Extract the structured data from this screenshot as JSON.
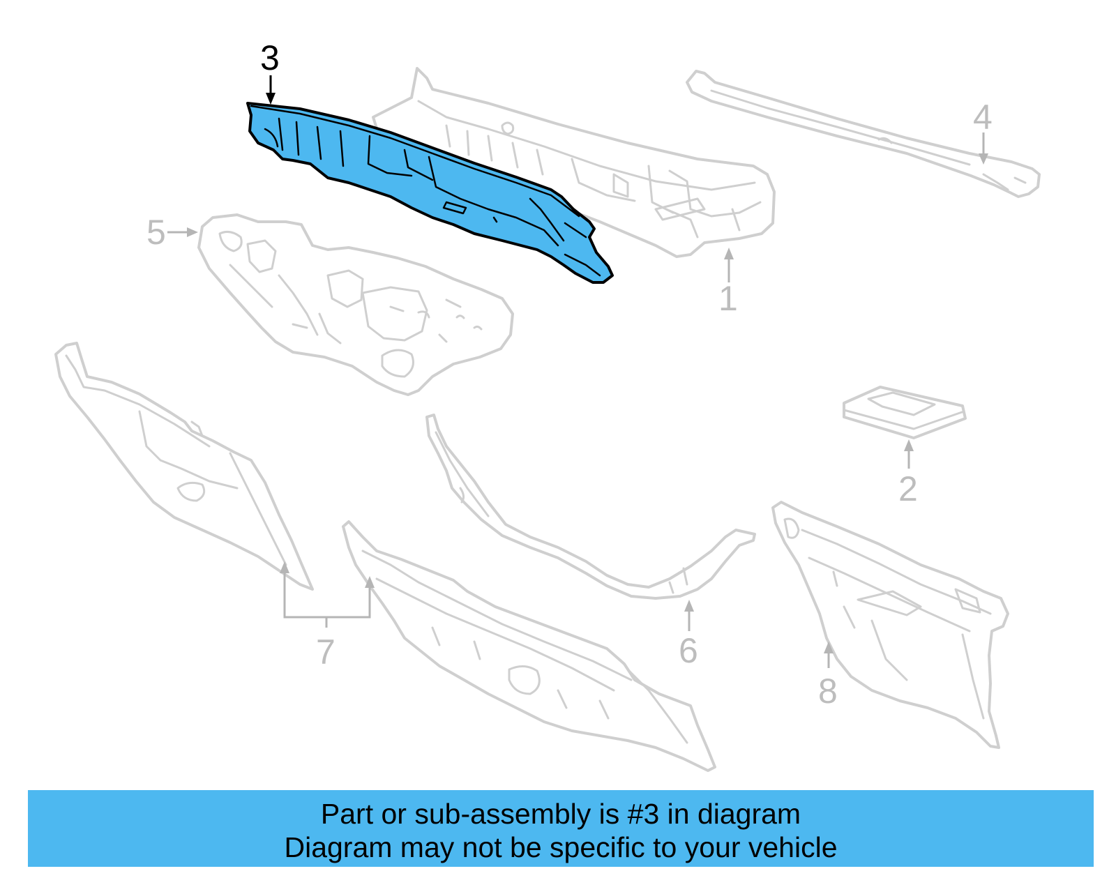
{
  "diagram": {
    "highlighted_part": "3",
    "highlight_color": "#4DB8F0",
    "gray_color": "#CFCFCF",
    "callout_numbers": [
      "1",
      "2",
      "3",
      "4",
      "5",
      "6",
      "7",
      "8"
    ]
  },
  "banner": {
    "line1": "Part or sub-assembly is #3 in diagram",
    "line2": "Diagram may not be specific to your vehicle",
    "background": "#4DB8F0"
  }
}
